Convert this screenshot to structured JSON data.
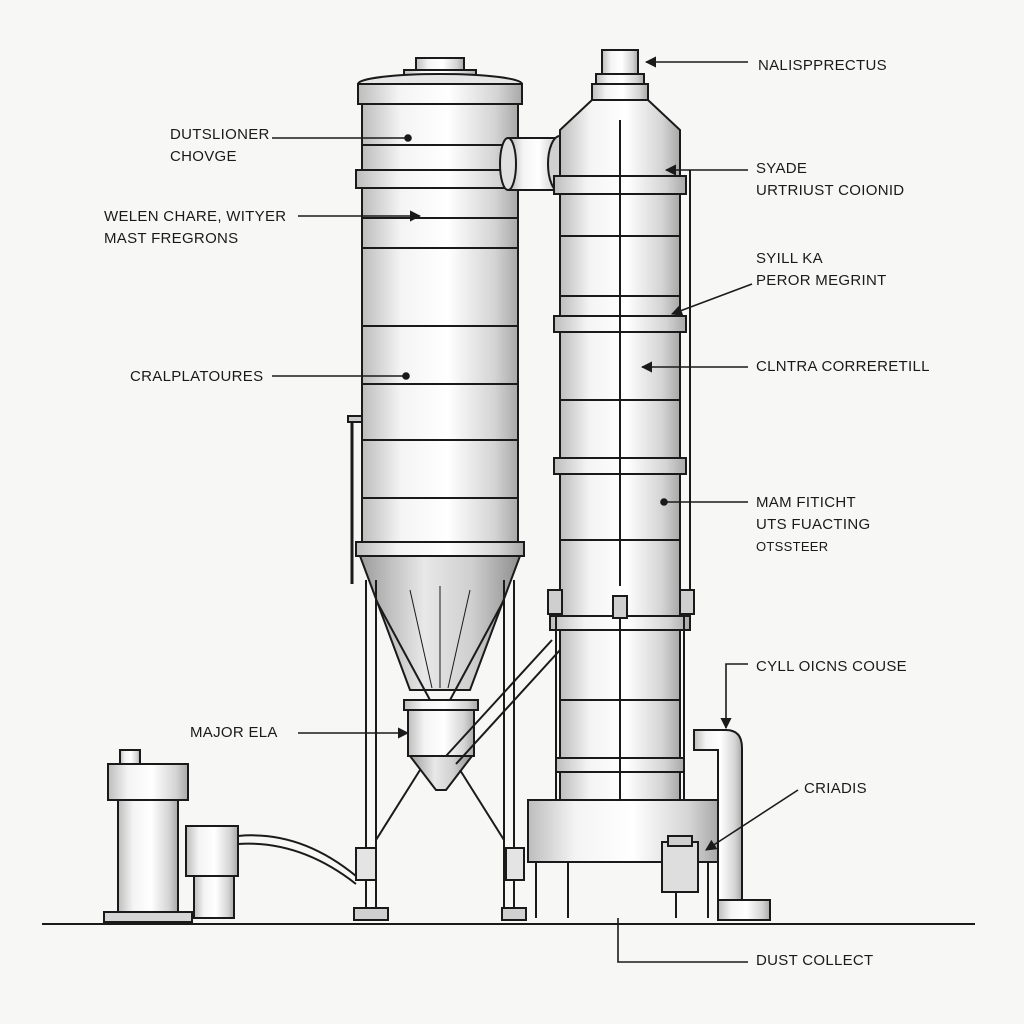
{
  "labels": {
    "top_right": "NALISPPRECTUS",
    "left_1": {
      "line1": "DUTSLIONER",
      "line2": "CHOVGE"
    },
    "left_2": {
      "line1": "WELEN CHARE, WITYER",
      "line2": "MAST FREGRONS"
    },
    "left_3": "CRALPLATOURES",
    "left_4": "MAJOR ELA",
    "right_1": {
      "line1": "SYADE",
      "line2": "URTRIUST COIONID"
    },
    "right_2": {
      "line1": "SYILL KA",
      "line2": "PEROR MEGRINT"
    },
    "right_3": "CLNTRA CORRERETILL",
    "right_4": {
      "line1": "MAM FITICHT",
      "line2": "UTS FUACTING",
      "line3": "OTSSTEER"
    },
    "right_5": "CYLL OICNS COUSE",
    "right_6": "CRIADIS",
    "bottom": "DUST COLLECT"
  },
  "colors": {
    "ink": "#1a1a1a",
    "paper": "#f7f7f5",
    "metal_light": "#f2f2f2",
    "metal_mid": "#d9d9d9",
    "metal_dark": "#9a9a9a"
  }
}
